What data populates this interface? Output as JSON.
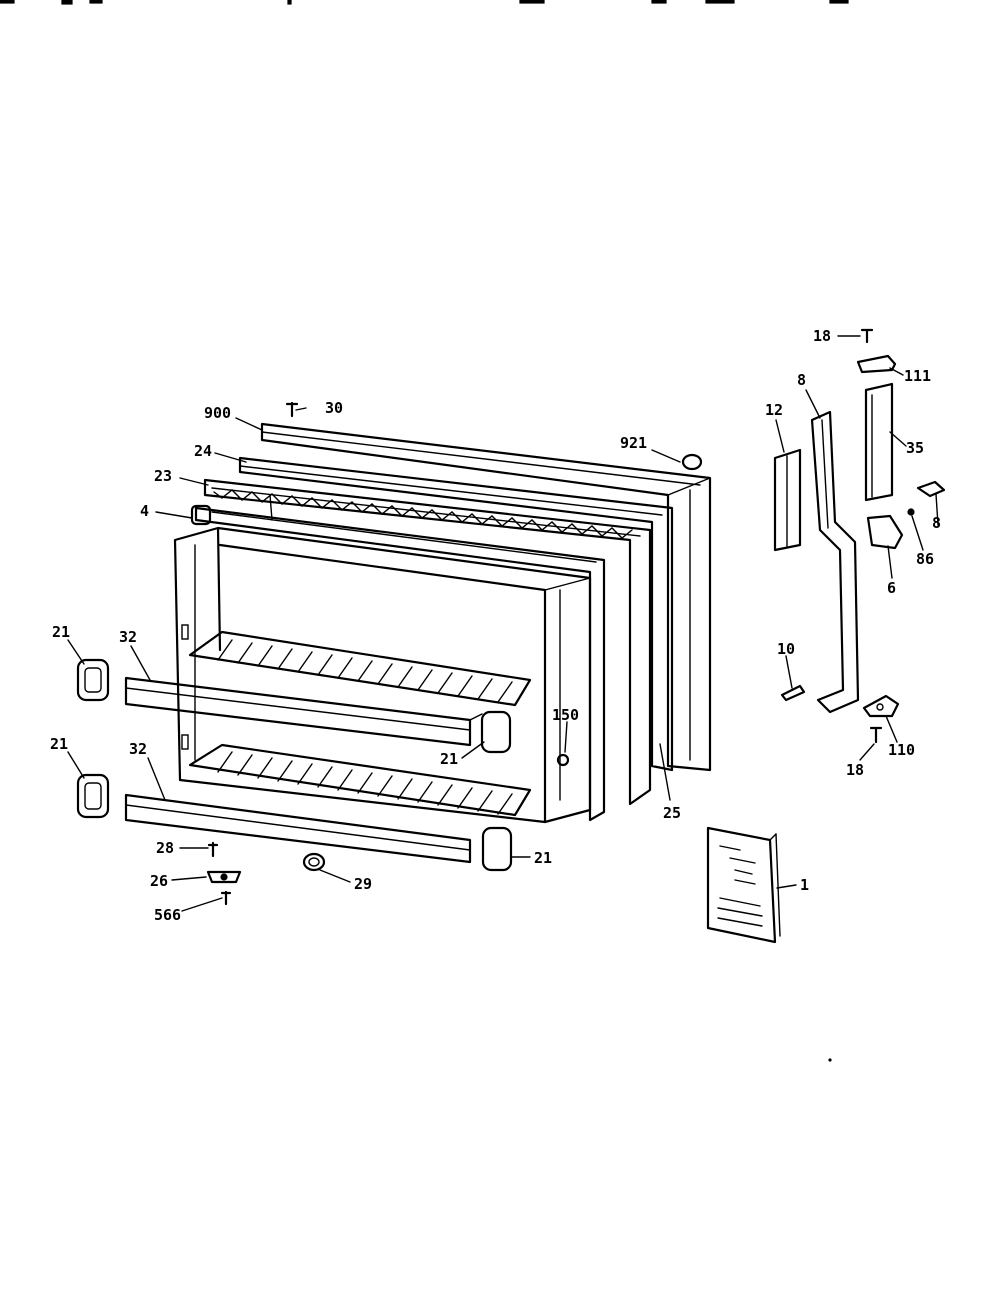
{
  "callouts": {
    "c18a": "18",
    "c111": "111",
    "c8a": "8",
    "c12": "12",
    "c35": "35",
    "c921": "921",
    "c900": "900",
    "c30": "30",
    "c24": "24",
    "c23": "23",
    "c4": "4",
    "c8b": "8",
    "c86": "86",
    "c6": "6",
    "c10": "10",
    "c110": "110",
    "c18b": "18",
    "c21a": "21",
    "c32a": "32",
    "c21b": "21",
    "c32b": "32",
    "c150": "150",
    "c21c": "21",
    "c25": "25",
    "c21d": "21",
    "c28": "28",
    "c29": "29",
    "c26": "26",
    "c566": "566",
    "c1": "1"
  }
}
